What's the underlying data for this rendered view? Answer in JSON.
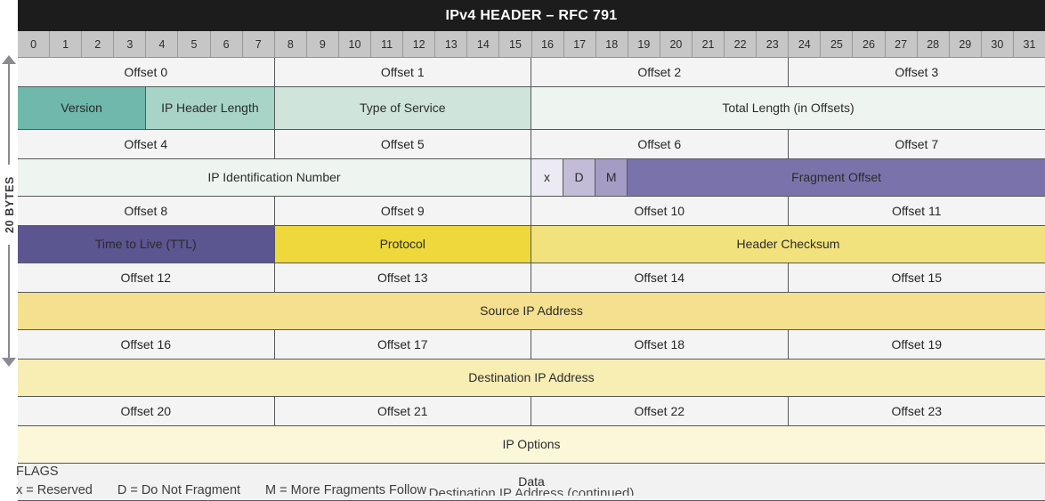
{
  "title": "IPv4 HEADER – RFC 791",
  "axis": {
    "label": "20 BYTES"
  },
  "bits": [
    "0",
    "1",
    "2",
    "3",
    "4",
    "5",
    "6",
    "7",
    "8",
    "9",
    "10",
    "11",
    "12",
    "13",
    "14",
    "15",
    "16",
    "17",
    "18",
    "19",
    "20",
    "21",
    "22",
    "23",
    "24",
    "25",
    "26",
    "27",
    "28",
    "29",
    "30",
    "31"
  ],
  "rows": [
    {
      "kind": "offset",
      "cells": [
        {
          "label": "Offset 0",
          "bits": 8
        },
        {
          "label": "Offset 1",
          "bits": 8
        },
        {
          "label": "Offset 2",
          "bits": 8
        },
        {
          "label": "Offset 3",
          "bits": 8
        }
      ]
    },
    {
      "kind": "field",
      "tall": true,
      "cells": [
        {
          "label": "Version",
          "bits": 4,
          "color": "#6fb8ab"
        },
        {
          "label": "IP Header Length",
          "bits": 4,
          "color": "#a8d4c7"
        },
        {
          "label": "Type of Service",
          "bits": 8,
          "color": "#cfe5dc"
        },
        {
          "label": "Total Length (in Offsets)",
          "bits": 16,
          "color": "#eef5f0"
        }
      ]
    },
    {
      "kind": "offset",
      "cells": [
        {
          "label": "Offset 4",
          "bits": 8
        },
        {
          "label": "Offset 5",
          "bits": 8
        },
        {
          "label": "Offset 6",
          "bits": 8
        },
        {
          "label": "Offset 7",
          "bits": 8
        }
      ]
    },
    {
      "kind": "field",
      "cells": [
        {
          "label": "IP Identification Number",
          "bits": 16,
          "color": "#eef5f0"
        },
        {
          "label": "x",
          "bits": 1,
          "color": "#eceaf3"
        },
        {
          "label": "D",
          "bits": 1,
          "color": "#c2bcd8"
        },
        {
          "label": "M",
          "bits": 1,
          "color": "#a49cc4"
        },
        {
          "label": "Fragment Offset",
          "bits": 13,
          "color": "#7a73ab"
        }
      ]
    },
    {
      "kind": "offset",
      "cells": [
        {
          "label": "Offset 8",
          "bits": 8
        },
        {
          "label": "Offset 9",
          "bits": 8
        },
        {
          "label": "Offset 10",
          "bits": 8
        },
        {
          "label": "Offset 11",
          "bits": 8
        }
      ]
    },
    {
      "kind": "field",
      "cells": [
        {
          "label": "Time to Live (TTL)",
          "bits": 8,
          "color": "#5b5590"
        },
        {
          "label": "Protocol",
          "bits": 8,
          "color": "#efd83b"
        },
        {
          "label": "Header Checksum",
          "bits": 16,
          "color": "#f2e27e"
        }
      ]
    },
    {
      "kind": "offset",
      "cells": [
        {
          "label": "Offset 12",
          "bits": 8
        },
        {
          "label": "Offset 13",
          "bits": 8
        },
        {
          "label": "Offset 14",
          "bits": 8
        },
        {
          "label": "Offset 15",
          "bits": 8
        }
      ]
    },
    {
      "kind": "field",
      "cells": [
        {
          "label": "Source IP Address",
          "bits": 32,
          "color": "#f4e08f"
        }
      ]
    },
    {
      "kind": "offset",
      "cells": [
        {
          "label": "Offset 16",
          "bits": 8
        },
        {
          "label": "Offset 17",
          "bits": 8
        },
        {
          "label": "Offset 18",
          "bits": 8
        },
        {
          "label": "Offset 19",
          "bits": 8
        }
      ]
    },
    {
      "kind": "field",
      "cells": [
        {
          "label": "Destination IP Address",
          "bits": 32,
          "color": "#f8eeb4"
        }
      ]
    },
    {
      "kind": "offset",
      "cells": [
        {
          "label": "Offset 20",
          "bits": 8
        },
        {
          "label": "Offset 21",
          "bits": 8
        },
        {
          "label": "Offset 22",
          "bits": 8
        },
        {
          "label": "Offset 23",
          "bits": 8
        }
      ]
    },
    {
      "kind": "field",
      "cells": [
        {
          "label": "IP Options",
          "bits": 32,
          "color": "#fcf7d9"
        }
      ]
    },
    {
      "kind": "field",
      "cells": [
        {
          "label": "Data",
          "bits": 32,
          "color": "#f2f2f2"
        }
      ]
    }
  ],
  "ghost_row": {
    "label": "Destination IP Address (continued)"
  },
  "footer": {
    "flags_title": "FLAGS",
    "legend": [
      "x = Reserved",
      "D = Do Not Fragment",
      "M = More Fragments Follow"
    ]
  },
  "colors": {
    "title_bg": "#1c1c1c",
    "bit_header_bg": "#c6c6c6",
    "grid": "#55595a",
    "offset_bg": "#f4f4f4"
  }
}
